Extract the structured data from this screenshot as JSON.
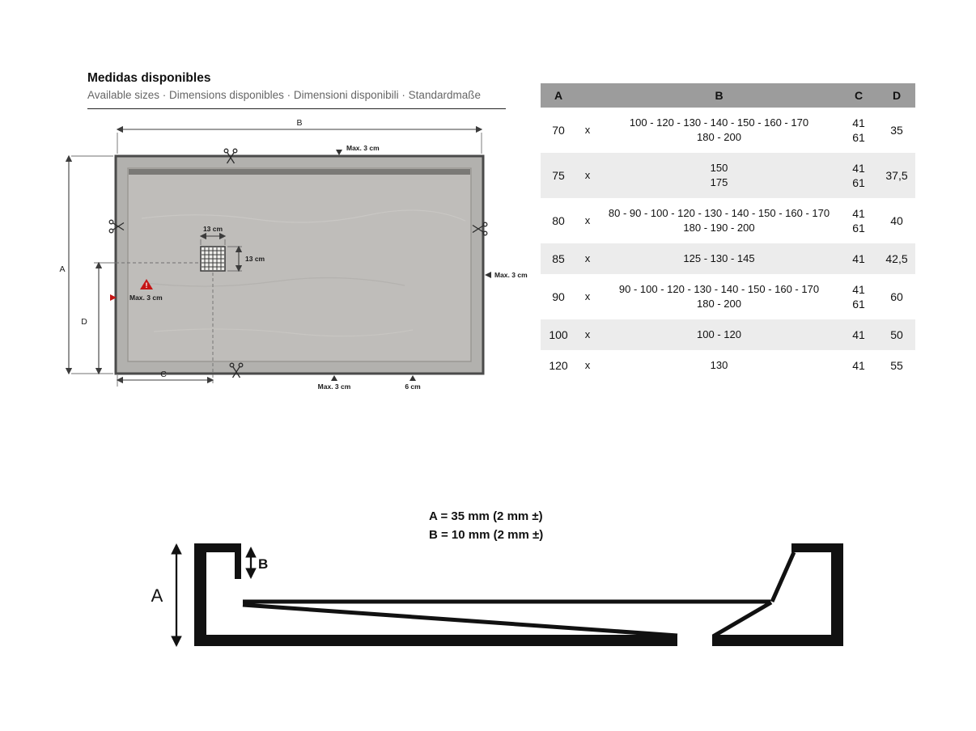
{
  "header": {
    "title": "Medidas disponibles",
    "subtitle": "Available sizes · Dimensions disponibles · Dimensioni disponibili · Standardmaße"
  },
  "diagram": {
    "dim_a": "A",
    "dim_b": "B",
    "dim_c": "C",
    "dim_d": "D",
    "max3_top": "Max. 3 cm",
    "max3_right": "Max. 3 cm",
    "max3_bottom": "Max. 3 cm",
    "max3_warning": "Max. 3 cm",
    "warning_mark": "!",
    "drain_width": "13 cm",
    "drain_height": "13 cm",
    "edge_distance": "6 cm"
  },
  "sizes_table": {
    "headers": {
      "a": "A",
      "b": "B",
      "c": "C",
      "d": "D"
    },
    "rows": [
      {
        "a": "70",
        "x": "x",
        "b": [
          "100 - 120 - 130 - 140 - 150 - 160 - 170",
          "180 - 200"
        ],
        "c": [
          "41",
          "61"
        ],
        "d": "35"
      },
      {
        "a": "75",
        "x": "x",
        "b": [
          "150",
          "175"
        ],
        "c": [
          "41",
          "61"
        ],
        "d": "37,5"
      },
      {
        "a": "80",
        "x": "x",
        "b": [
          "80 - 90 - 100 - 120 - 130 - 140 - 150 - 160 - 170",
          "180 - 190 - 200"
        ],
        "c": [
          "41",
          "61"
        ],
        "d": "40"
      },
      {
        "a": "85",
        "x": "x",
        "b": [
          "125 - 130 - 145"
        ],
        "c": [
          "41"
        ],
        "d": "42,5"
      },
      {
        "a": "90",
        "x": "x",
        "b": [
          "90 - 100 - 120 - 130 - 140 - 150 - 160 - 170",
          "180 - 200"
        ],
        "c": [
          "41",
          "61"
        ],
        "d": "60"
      },
      {
        "a": "100",
        "x": "x",
        "b": [
          "100 - 120"
        ],
        "c": [
          "41"
        ],
        "d": "50"
      },
      {
        "a": "120",
        "x": "x",
        "b": [
          "130"
        ],
        "c": [
          "41"
        ],
        "d": "55"
      }
    ]
  },
  "profile": {
    "formula_a": "A = 35 mm (2 mm ±)",
    "formula_b": "B = 10 mm (2 mm ±)",
    "label_a": "A",
    "label_b": "B"
  },
  "colors": {
    "accent_red": "#c51414",
    "table_header_bg": "#9c9c9c",
    "table_row_alt_bg": "#ececec",
    "tray_fill": "#b2b1ae",
    "line": "#3c3c3c"
  }
}
